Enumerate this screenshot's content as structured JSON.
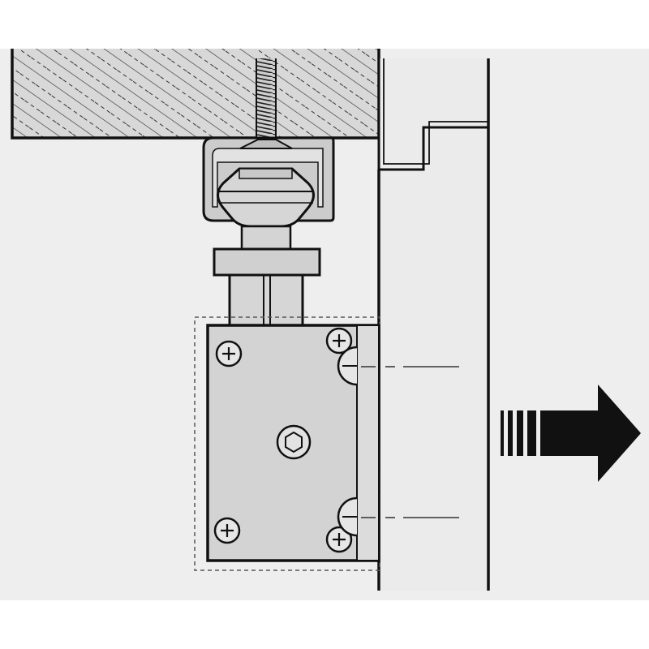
{
  "diagram": {
    "colors": {
      "background": "#ffffff",
      "panel": "#eeeeee",
      "outline": "#111111",
      "part_fill": "#d3d3d3",
      "part_light": "#e0e0e0",
      "part_dark": "#bdbdbd",
      "hatch": "#333333",
      "arrow": "#111111"
    },
    "parts": [
      {
        "name": "ceiling-slab",
        "shading": "hatched"
      },
      {
        "name": "threaded-rod"
      },
      {
        "name": "track-profile"
      },
      {
        "name": "roller-wheel"
      },
      {
        "name": "hanger-bolt"
      },
      {
        "name": "door-bracket"
      },
      {
        "name": "sliding-door-panel"
      },
      {
        "name": "direction-arrow",
        "direction": "right"
      }
    ],
    "screw_head": "phillips",
    "center_fastener": "hex-socket"
  }
}
